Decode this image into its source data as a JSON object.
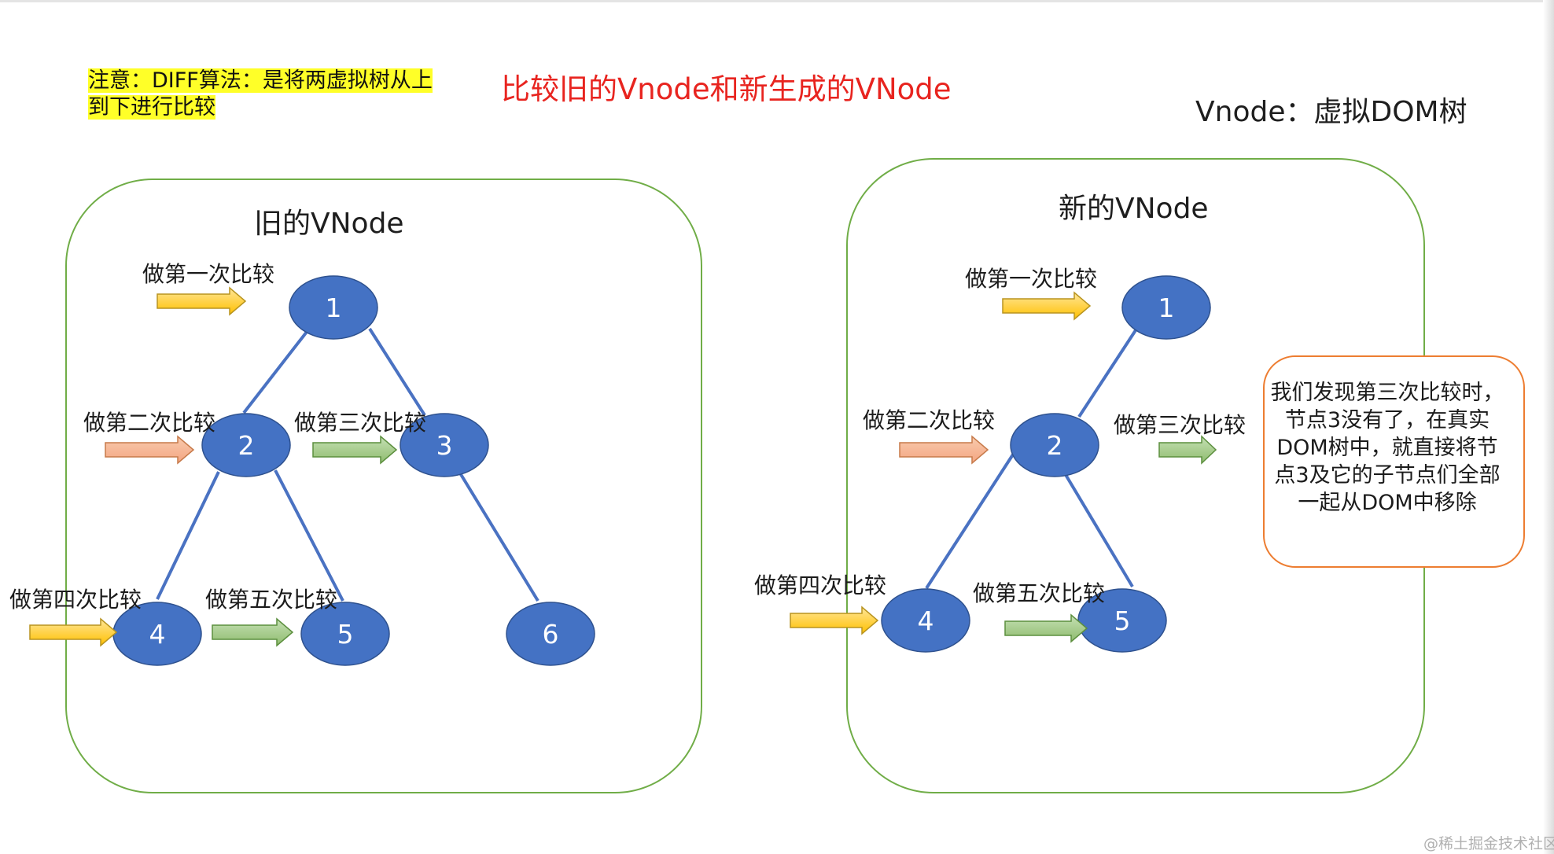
{
  "header": {
    "note": "注意：DIFF算法：是将两虚拟树从上到下进行比较",
    "title": "比较旧的Vnode和新生成的VNode",
    "definition": "Vnode：虚拟DOM树"
  },
  "old_tree": {
    "title": "旧的VNode",
    "nodes": [
      "1",
      "2",
      "3",
      "4",
      "5",
      "6"
    ],
    "steps": [
      "做第一次比较",
      "做第二次比较",
      "做第三次比较",
      "做第四次比较",
      "做第五次比较"
    ]
  },
  "new_tree": {
    "title": "新的VNode",
    "nodes": [
      "1",
      "2",
      "4",
      "5"
    ],
    "steps": [
      "做第一次比较",
      "做第二次比较",
      "做第三次比较",
      "做第四次比较",
      "做第五次比较"
    ]
  },
  "callout": {
    "text": "我们发现第三次比较时，节点3没有了，在真实DOM树中，就直接将节点3及它的子节点们全部一起从DOM中移除"
  },
  "watermark": "@稀土掘金技术社区",
  "colors": {
    "node_fill": "#4472c4",
    "edge": "#4a72c2",
    "frame": "#70ad47",
    "callout_border": "#ed7d31",
    "arrow_yellow": "#ffd966",
    "arrow_orange": "#f4b183",
    "arrow_green": "#a9d18e",
    "title_red": "#e8241f",
    "highlight": "#ffff28"
  }
}
